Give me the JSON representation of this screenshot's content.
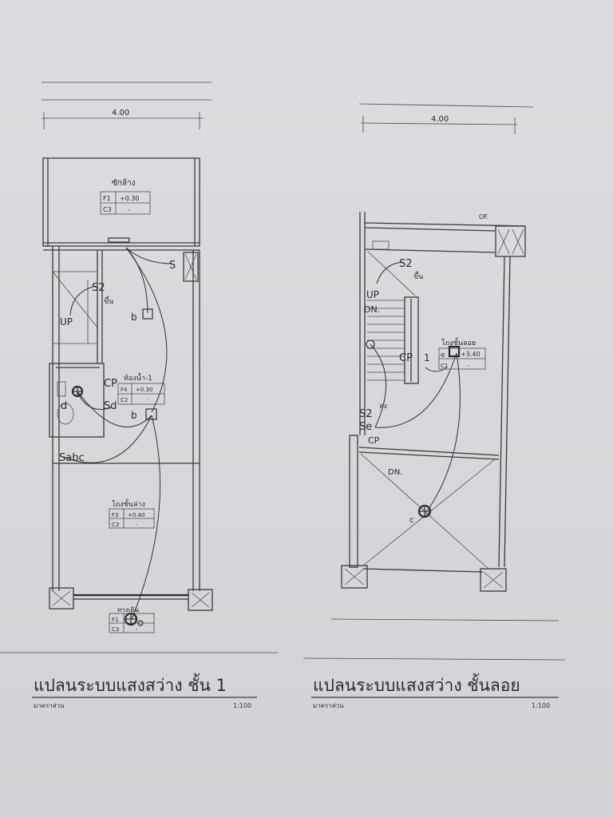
{
  "plan_ground": {
    "dimension": "4.00",
    "laundry": {
      "name": "ซักล้าง",
      "floor_code": "F1",
      "floor_level": "+0.30",
      "ceiling_code": "C3",
      "ceiling_level": "-"
    },
    "switch_s": "S",
    "switch_s2": "S2",
    "stair_up_thai": "ขึ้น",
    "stair_up": "UP",
    "light_b1": "b",
    "cp": "CP",
    "bathroom": {
      "name": "ห้องน้ำ-1",
      "floor_code": "F4",
      "floor_level": "+0.30",
      "ceiling_code": "C2",
      "ceiling_level": "-"
    },
    "light_d": "d",
    "switch_sd": "Sd",
    "light_b2": "b",
    "switch_sabc": "Sabc",
    "hall": {
      "name": "โถงชั้นล่าง",
      "floor_code": "F3",
      "floor_level": "+0.40",
      "ceiling_code": "C3",
      "ceiling_level": "-"
    },
    "walkway": {
      "name": "ทางเดิน",
      "floor_code": "F1",
      "ceiling_code": "C3",
      "ceiling_level": "-"
    },
    "title": "แปลนระบบแสงสว่าง ชั้น 1",
    "scale_label": "มาตราส่วน",
    "scale": "1:100"
  },
  "plan_mezzanine": {
    "dimension": "4.00",
    "of_label": "OF.",
    "switch_s2_top": "S2",
    "stair_up_thai": "ขึ้น",
    "stair_up": "UP",
    "stair_dn": "DN.",
    "cp1": "CP",
    "cp1_num": "1",
    "mezz_hall": {
      "name": "โถงชั้นลอย",
      "light": "e",
      "floor_level": "+3.40",
      "ceiling_code": "C1",
      "ceiling_level": "-"
    },
    "stair_down_thai": "ลง",
    "switch_s2_bottom": "S2",
    "switch_se": "Se",
    "cp2": "CP",
    "void_dn": "DN.",
    "light_c": "c",
    "title": "แปลนระบบแสงสว่าง ชั้นลอย",
    "scale_label": "มาตราส่วน",
    "scale": "1:100"
  }
}
